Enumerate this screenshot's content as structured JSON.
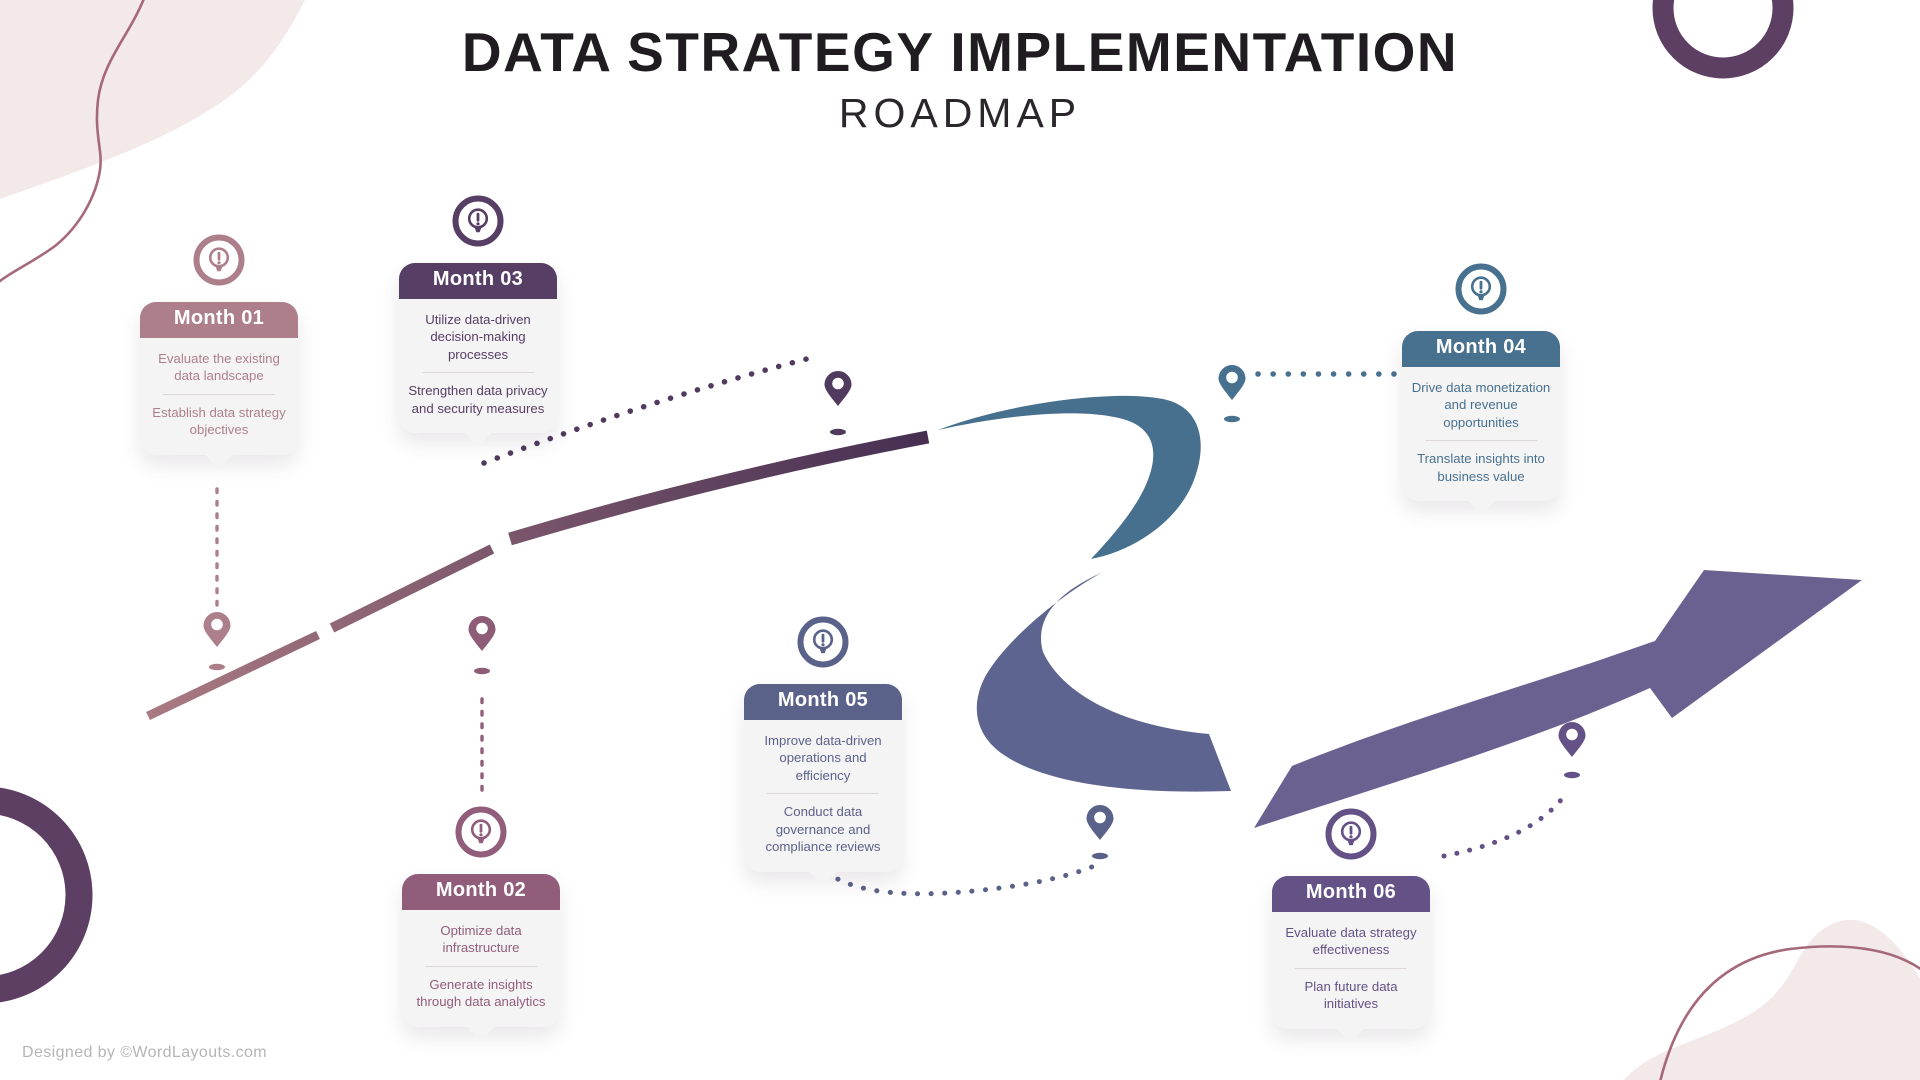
{
  "header": {
    "title": "DATA STRATEGY IMPLEMENTATION",
    "subtitle": "ROADMAP"
  },
  "months": [
    {
      "label": "Month 01",
      "color": "#ad7f8b",
      "items": [
        "Evaluate the existing data landscape",
        "Establish data strategy objectives"
      ]
    },
    {
      "label": "Month 02",
      "color": "#915d7a",
      "items": [
        "Optimize data infrastructure",
        "Generate insights through data analytics"
      ]
    },
    {
      "label": "Month 03",
      "color": "#573e64",
      "items": [
        "Utilize data-driven decision-making processes",
        "Strengthen data privacy and security measures"
      ]
    },
    {
      "label": "Month 04",
      "color": "#47718f",
      "items": [
        "Drive data monetization and revenue opportunities",
        "Translate insights into business value"
      ]
    },
    {
      "label": "Month 05",
      "color": "#5b628a",
      "items": [
        "Improve data-driven operations and efficiency",
        "Conduct data governance and compliance reviews"
      ]
    },
    {
      "label": "Month 06",
      "color": "#645287",
      "items": [
        "Evaluate data strategy effectiveness",
        "Plan future data initiatives"
      ]
    }
  ],
  "footer": {
    "credit": "Designed by ©WordLayouts.com"
  },
  "palette": {
    "background": "#ffffff",
    "title_text": "#211c22",
    "card_body_bg": "#f5f4f5",
    "card_divider": "#ddd7da",
    "footer_text": "#b5b5b5",
    "decor_beige": "#f2e9e8",
    "decor_rose_line": "#a5697a",
    "decor_ring_purple": "#5d3f63",
    "timeline_gradient_start": "#aa7a82",
    "timeline_gradient_end": "#462f52",
    "swoosh_blue": "#47708f",
    "swoosh_slate": "#5d6490",
    "swoosh_arrow_purple": "#6b6191"
  }
}
